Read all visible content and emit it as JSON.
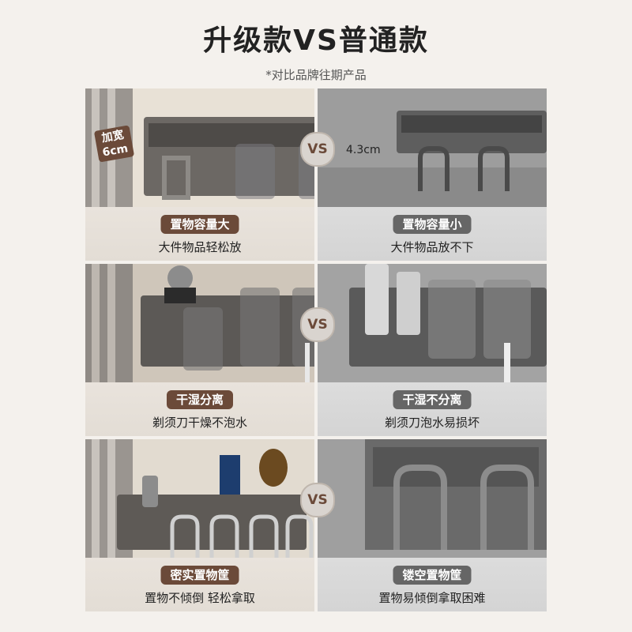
{
  "heading": {
    "title": "升级款VS普通款",
    "subtitle": "*对比品牌往期产品"
  },
  "vs_label": "VS",
  "rows": [
    {
      "left": {
        "tag": "加宽\n6cm",
        "pill": "置物容量大",
        "caption": "大件物品轻松放"
      },
      "right": {
        "tag": "4.3cm",
        "pill": "置物容量小",
        "caption": "大件物品放不下"
      }
    },
    {
      "left": {
        "pill": "干湿分离",
        "caption": "剃须刀干燥不泡水"
      },
      "right": {
        "pill": "干湿不分离",
        "caption": "剃须刀泡水易损坏"
      }
    },
    {
      "left": {
        "pill": "密实置物筐",
        "caption": "置物不倾倒 轻松拿取"
      },
      "right": {
        "pill": "镂空置物筐",
        "caption": "置物易倾倒拿取困难"
      }
    }
  ],
  "colors": {
    "brown": "#6b4a39",
    "gray": "#666666",
    "background": "#f4f1ed"
  }
}
